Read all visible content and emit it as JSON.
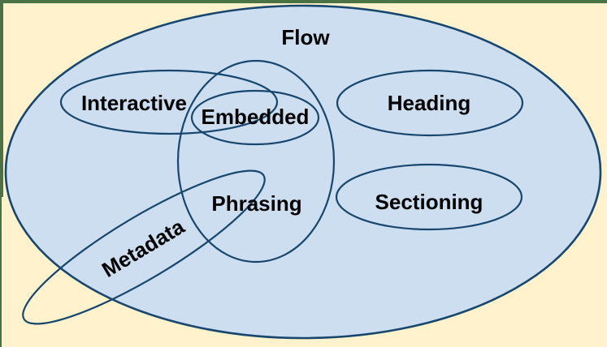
{
  "colors": {
    "background": "#FFF2CC",
    "frame_border": "#4A7245",
    "flow_fill": "#CDDEF0",
    "outline": "#17466F",
    "label_text": "#000000"
  },
  "diagram": {
    "type": "euler-venn",
    "sets": [
      {
        "id": "flow",
        "label": "Flow",
        "placement": "outer set containing all others"
      },
      {
        "id": "interactive",
        "label": "Interactive",
        "placement": "inside flow, overlaps phrasing and embedded"
      },
      {
        "id": "embedded",
        "label": "Embedded",
        "placement": "inside flow, overlaps interactive and phrasing"
      },
      {
        "id": "heading",
        "label": "Heading",
        "placement": "inside flow"
      },
      {
        "id": "phrasing",
        "label": "Phrasing",
        "placement": "inside flow, overlaps interactive, embedded, metadata"
      },
      {
        "id": "sectioning",
        "label": "Sectioning",
        "placement": "inside flow"
      },
      {
        "id": "metadata",
        "label": "Metadata",
        "placement": "rotated, partially outside flow, overlaps phrasing"
      }
    ]
  }
}
